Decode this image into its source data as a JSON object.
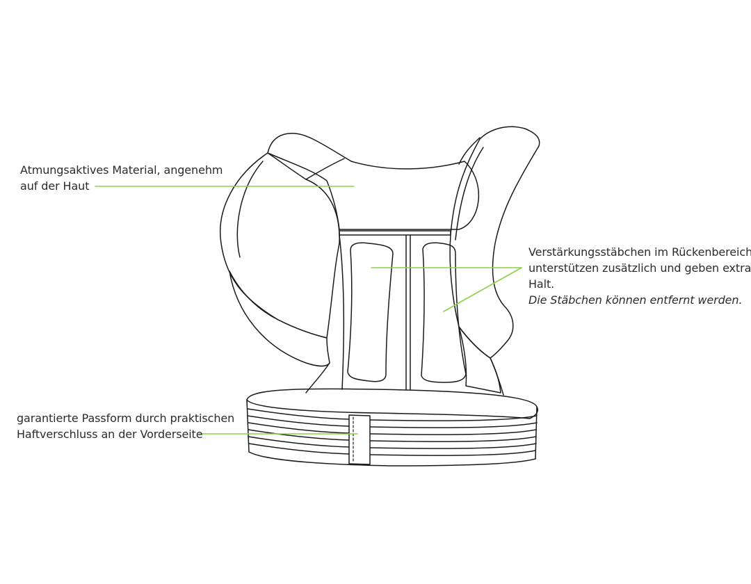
{
  "colors": {
    "outline": "#1a1a1a",
    "leader": "#8cd14a",
    "text": "#2b2b2b",
    "background": "#ffffff"
  },
  "annotations": {
    "material": {
      "line1": "Atmungsaktives Material, angenehm",
      "line2": "auf der Haut"
    },
    "rods": {
      "line1": "Verstärkungsstäbchen im Rückenbereich",
      "line2": "unterstützen zusätzlich und geben extra",
      "line3": "Halt.",
      "note": "Die Stäbchen können entfernt werden."
    },
    "closure": {
      "line1": "garantierte Passform durch praktischen",
      "line2": "Haftverschluss an der Vorderseite"
    }
  }
}
